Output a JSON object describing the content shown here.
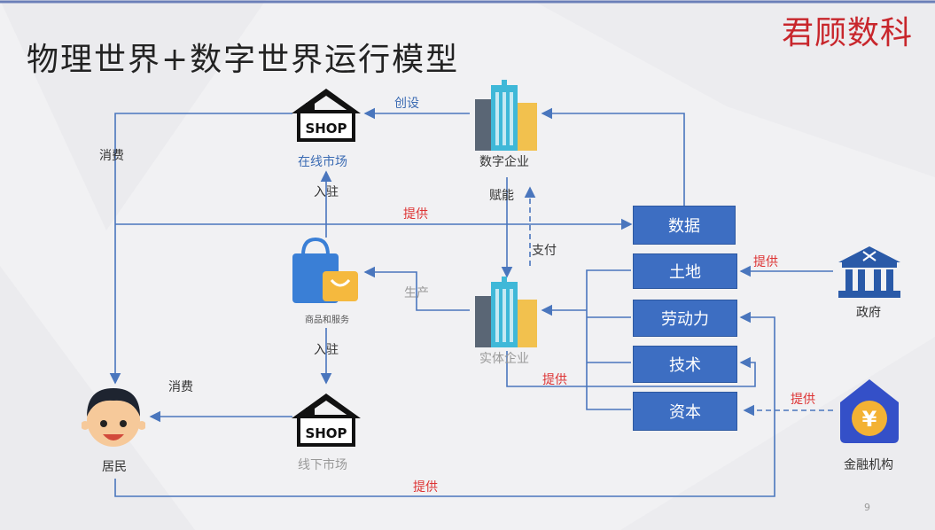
{
  "title": "物理世界+数字世界运行模型",
  "brand": "君顾数科",
  "page_number": "9",
  "nodes": {
    "online_market": "在线市场",
    "offline_market": "线下市场",
    "digital_enterprise": "数字企业",
    "physical_enterprise": "实体企业",
    "goods_services": "商品和服务",
    "resident": "居民",
    "government": "政府",
    "financial_institution": "金融机构",
    "shop_text": "SHOP"
  },
  "boxes": {
    "data": "数据",
    "land": "土地",
    "labor": "劳动力",
    "technology": "技术",
    "capital": "资本"
  },
  "edges": {
    "create": "创设",
    "consume_top": "消费",
    "consume_bottom": "消费",
    "enter_online": "入驻",
    "enter_offline": "入驻",
    "empower": "赋能",
    "pay": "支付",
    "produce": "生产",
    "provide_data": "提供",
    "provide_gov": "提供",
    "provide_enterprise": "提供",
    "provide_finance": "提供",
    "provide_resident": "提供"
  },
  "colors": {
    "arrow": "#4a76bd",
    "box": "#3d6ec2",
    "brand": "#c8262c",
    "label_red": "#d33333"
  }
}
